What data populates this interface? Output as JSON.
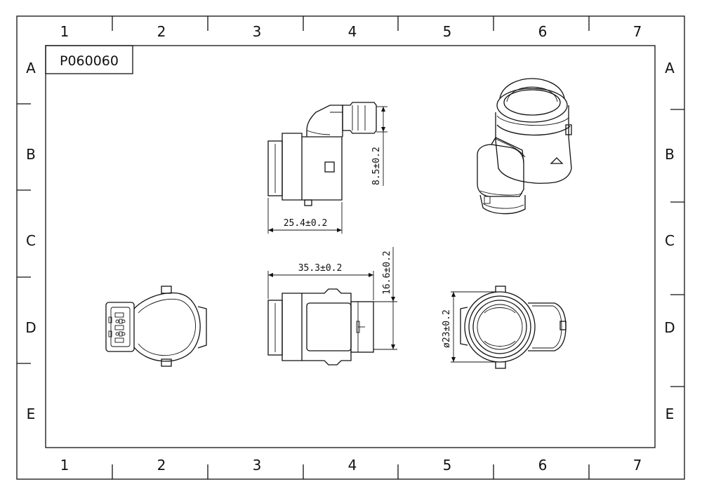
{
  "title_block": {
    "part_number": "P060060"
  },
  "zones": {
    "columns": [
      "1",
      "2",
      "3",
      "4",
      "5",
      "6",
      "7"
    ],
    "rows": [
      "A",
      "B",
      "C",
      "D",
      "E"
    ]
  },
  "dimensions": {
    "side_height": "8.5±0.2",
    "side_width": "25.4±0.2",
    "top_length": "35.3±0.2",
    "top_height": "16.6±0.2",
    "bezel_diameter": "ø23±0.2"
  },
  "views": {
    "side": "side-view",
    "isometric": "isometric-view",
    "connector_end": "connector-end-view",
    "top": "top-view",
    "front": "front-view"
  }
}
